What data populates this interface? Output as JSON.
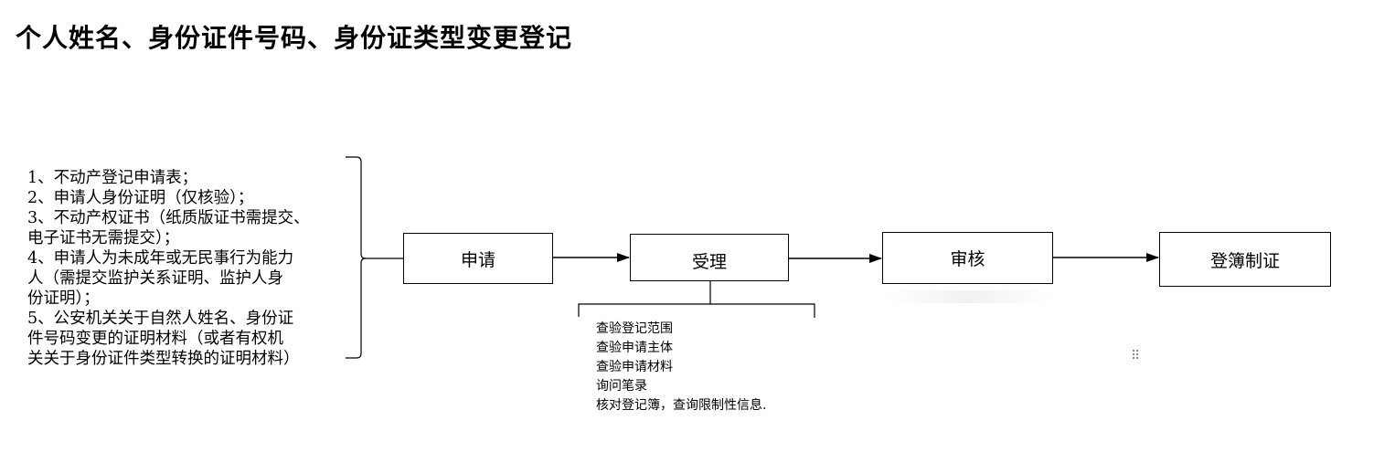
{
  "title": "个人姓名、身份证件号码、身份证类型变更登记",
  "materials": [
    "1、不动产登记申请表；",
    "2、申请人身份证明（仅核验）；",
    "3、不动产权证书（纸质版证书需提交、",
    "电子证书无需提交）；",
    "4、申请人为未成年或无民事行为能力",
    "人（需提交监护关系证明、监护人身",
    "份证明）；",
    "5、公安机关关于自然人姓名、身份证",
    "件号码变更的证明材料（或者有权机",
    "关关于身份证件类型转换的证明材料）"
  ],
  "steps": {
    "apply": "申请",
    "accept": "受理",
    "review": "审核",
    "register": "登簿制证"
  },
  "accept_notes": [
    "查验登记范围",
    "查验申请主体",
    "查验申请材料",
    "询问笔录",
    "核对登记簿，查询限制性信息."
  ],
  "drag_handle": "⠿"
}
